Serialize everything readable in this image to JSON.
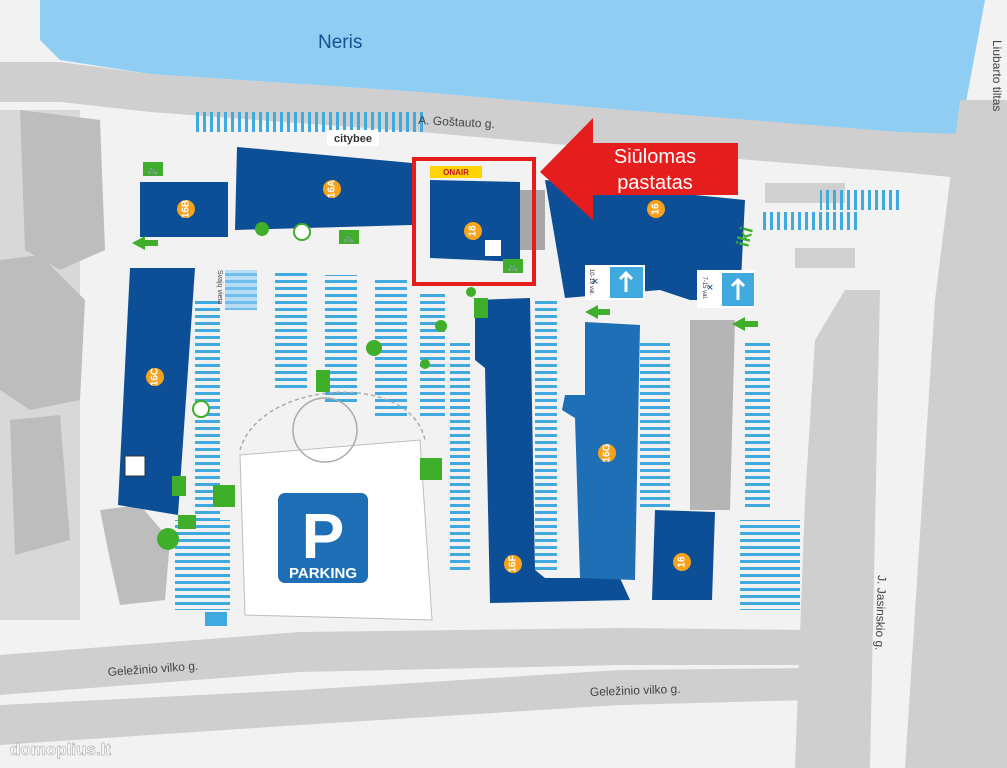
{
  "colors": {
    "building": "#0d4f96",
    "building_light": "#1e6fb5",
    "water": "#8fcdf3",
    "road": "#cfcfcf",
    "badge": "#f7a21b",
    "parking_stripe": "#3fa9e0",
    "highlight": "#e51d1d",
    "green": "#3fae2a"
  },
  "water": {
    "name": "Neris"
  },
  "streets": {
    "gostauto": "A. Goštauto g.",
    "liubarto": "Liubarto tiltas",
    "jasinskio": "J. Jasinskio g.",
    "gelezinio_1": "Geležinio vilko g.",
    "gelezinio_2": "Geležinio vilko g.",
    "inner": "Svajų vieta"
  },
  "buildings": {
    "b16b": "16B",
    "b16a": "16A",
    "b18": "18",
    "b16": "16",
    "b16c": "16C",
    "b16g": "16G",
    "b16f": "16F",
    "b16d": "16"
  },
  "callout": {
    "line1": "Siūlomas",
    "line2": "pastatas"
  },
  "parking": {
    "symbol": "P",
    "label": "PARKING"
  },
  "brands": {
    "citybee": "citybee",
    "iki": "iki",
    "onair": "ONAIR"
  },
  "hours": {
    "h1": "10-19 val.",
    "h2": "7-15 val."
  },
  "watermark": "domoplius.lt"
}
